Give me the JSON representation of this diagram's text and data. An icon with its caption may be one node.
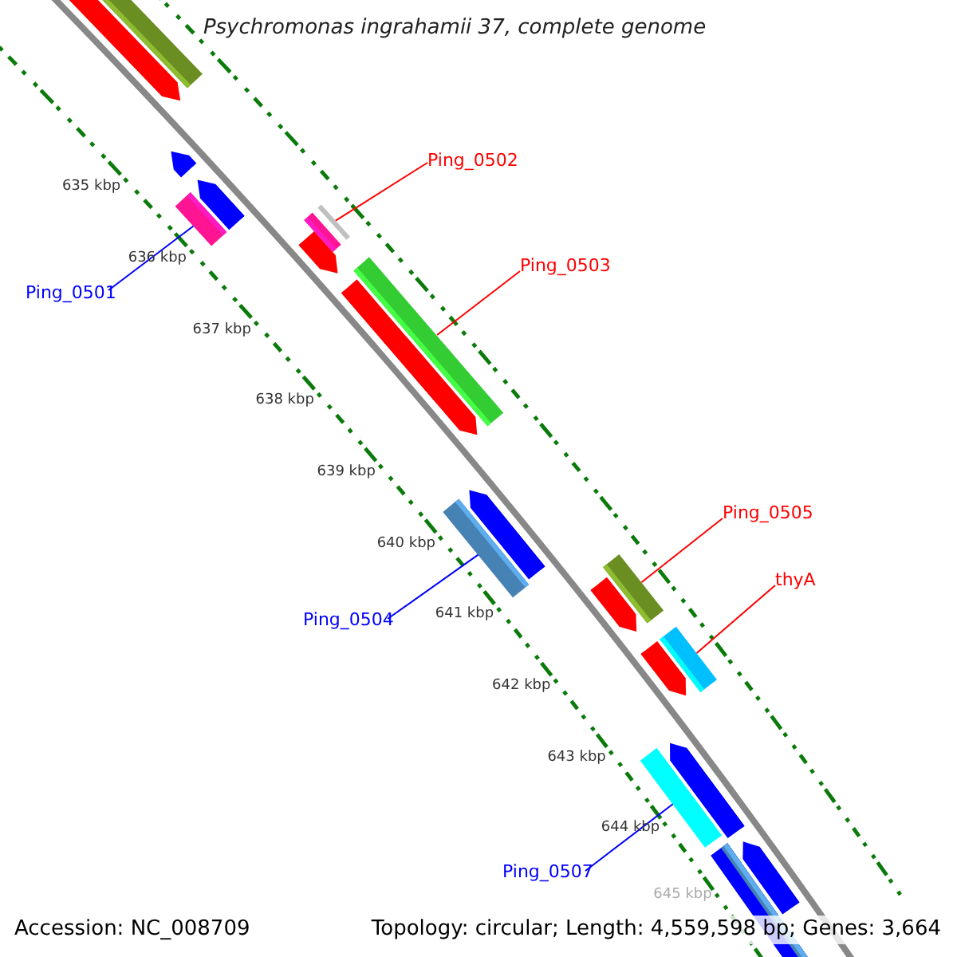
{
  "diagram": {
    "title": "Psychromonas ingrahamii 37, complete genome",
    "nodes": [
      {
        "text": [
          "Ping_0502"
        ]
      },
      {
        "text": [],
        "shape": "bar"
      },
      {
        "text": [
          "Ping_0503"
        ]
      },
      {
        "text": [],
        "shape": "bar"
      },
      {
        "text": [
          "Ping_0505"
        ]
      },
      {
        "text": [],
        "shape": "bar"
      },
      {
        "text": [
          "thyA"
        ]
      },
      {
        "text": [],
        "shape": "bar"
      },
      {
        "text": [
          "Ping_0501"
        ]
      },
      {
        "text": [],
        "shape": "bar"
      },
      {
        "text": [
          "Ping_0504"
        ]
      },
      {
        "text": [],
        "shape": "bar"
      },
      {
        "text": [
          "Ping_0507"
        ]
      },
      {
        "text": [],
        "shape": "bar"
      }
    ],
    "edges": [
      {
        "from": 0,
        "to": 1,
        "arrow": "none"
      },
      {
        "from": 2,
        "to": 3,
        "arrow": "none"
      },
      {
        "from": 4,
        "to": 5,
        "arrow": "none"
      },
      {
        "from": 6,
        "to": 7,
        "arrow": "none"
      },
      {
        "from": 8,
        "to": 9,
        "arrow": "none",
        "color": "#0000ff"
      },
      {
        "from": 10,
        "to": 11,
        "arrow": "none",
        "color": "#0000ff"
      },
      {
        "from": 12,
        "to": 13,
        "arrow": "none",
        "color": "#0000ff"
      }
    ],
    "labels": [
      "635 kbp",
      "636 kbp",
      "637 kbp",
      "638 kbp",
      "639 kbp",
      "640 kbp",
      "641 kbp",
      "642 kbp",
      "643 kbp",
      "644 kbp",
      "645 kbp",
      "Accession: NC_008709",
      "Topology: circular; Length: 4,559,598 bp; Genes: 3,664"
    ]
  }
}
